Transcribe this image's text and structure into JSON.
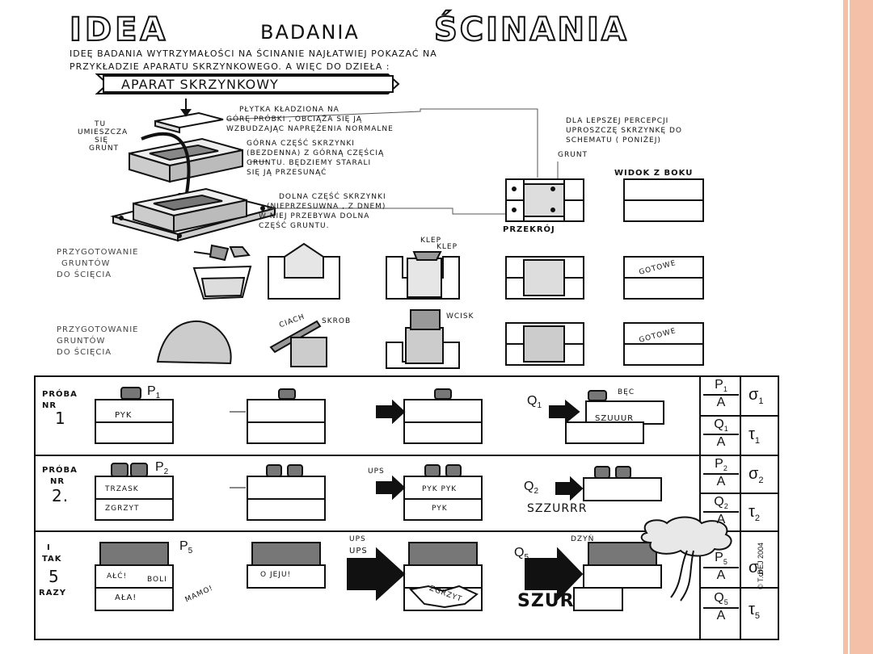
{
  "title": {
    "big": "IDEA",
    "mid": "BADANIA",
    "end": "ŚCINANIA"
  },
  "intro": {
    "line1": "IDEĘ BADANIA WYTRZYMAŁOŚCI NA ŚCINANIE NAJŁATWIEJ POKAZAĆ NA",
    "line2": "PRZYKŁADZIE APARATU SKRZYNKOWEGO. A WIĘC DO DZIEŁA :"
  },
  "banner": "APARAT SKRZYNKOWY",
  "apparatus": {
    "tu": "TU",
    "umieszcza": "UMIESZCZA",
    "sie": "SIĘ",
    "grunt": "GRUNT",
    "plytka": [
      "PŁYTKA KŁADZIONA NA",
      "GÓRĘ PRÓBKI , OBCIĄŻA SIĘ JĄ",
      "WZBUDZAJĄC NAPRĘŻENIA NORMALNE"
    ],
    "gorna": [
      "GÓRNA CZĘŚĆ SKRZYNKI",
      "(BEZDENNA) Z GÓRNĄ CZĘŚCIĄ",
      "GRUNTU. BĘDZIEMY STARALI",
      "SIĘ JĄ PRZESUNĄĆ"
    ],
    "dolna": [
      "DOLNA CZĘŚĆ SKRZYNKI",
      "(NIEPRZESUWNA , Z DNEM)",
      "W NIEJ PRZEBYWA DOLNA",
      "CZĘŚĆ GRUNTU."
    ],
    "dla": [
      "DLA LEPSZEJ PERCEPCJI",
      "UPROSZCZĘ SKRZYNKĘ DO",
      "SCHEMATU ( PONIŻEJ)"
    ],
    "grunt_label": "GRUNT",
    "przekroj": "PRZEKRÓJ",
    "widok": "WIDOK Z BOKU"
  },
  "prep": {
    "row1": [
      "PRZYGOTOWANIE",
      "GRUNTÓW",
      "DO ŚCIĘCIA"
    ],
    "klep1": "KLEP",
    "klep2": "KLEP",
    "gotowe1": "GOTOWE",
    "row2": [
      "PRZYGOTOWANIE",
      "GRUNTÓW",
      "DO ŚCIĘCIA"
    ],
    "ciach": "CIACH",
    "skrob": "SKROB",
    "wcisk": "WCISK",
    "gotowe2": "GOTOWE"
  },
  "trials": {
    "t1": {
      "label": [
        "PRÓBA",
        "NR",
        "1"
      ],
      "p": "P",
      "psub": "1",
      "pyk": "PYK",
      "q": "Q",
      "qsub": "1",
      "bec": "BĘC",
      "szuuur": "SZUUUR"
    },
    "t2": {
      "label": [
        "PRÓBA",
        "NR",
        "2."
      ],
      "p": "P",
      "psub": "2",
      "trzask": "TRZASK",
      "zgrzyt": "ZGRZYT",
      "ups": "UPS",
      "pykpyk": "PYK PYK",
      "pyk": "PYK",
      "q": "Q",
      "qsub": "2",
      "szzurrr": "SZZURRR"
    },
    "t3": {
      "label": [
        "I",
        "TAK",
        "5",
        "RAZY"
      ],
      "p": "P",
      "psub": "5",
      "alc": "AŁĆ!",
      "boli": "BOLI",
      "ala": "AŁA!",
      "mamo": "MAMO!",
      "ojeju": "O JEJU!",
      "ups1": "UPS",
      "ups2": "UPS",
      "zgrzyt": "ZGRZYT",
      "q": "Q",
      "qsub": "5",
      "dzyn": "DZYŃ",
      "szur": "SZUR"
    }
  },
  "results": {
    "r1": {
      "p": "P",
      "psub": "1",
      "a": "A",
      "sigma": "σ",
      "sub": "1",
      "q": "Q",
      "qsub": "1",
      "a2": "A",
      "tau": "τ",
      "tsub": "1"
    },
    "r2": {
      "p": "P",
      "psub": "2",
      "a": "A",
      "sigma": "σ",
      "sub": "2",
      "q": "Q",
      "qsub": "2",
      "a2": "A",
      "tau": "τ",
      "tsub": "2"
    },
    "r3": {
      "p": "P",
      "psub": "5",
      "a": "A",
      "sigma": "σ",
      "sub": "5",
      "q": "Q",
      "qsub": "5",
      "a2": "A",
      "tau": "τ",
      "tsub": "5"
    }
  },
  "copyright": "© T. DEJ 2004",
  "colors": {
    "accent_sidebar": "#f4c1a8",
    "ink": "#111111",
    "weight": "#666666",
    "cloud": "#e8e8e8"
  }
}
